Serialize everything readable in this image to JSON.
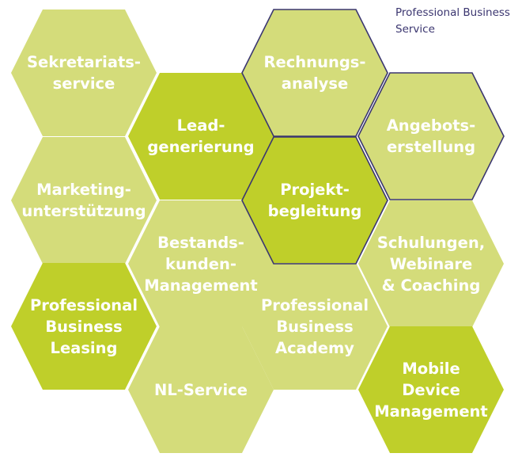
{
  "colors": {
    "light": "#d4dc7a",
    "dark": "#bfcf2a",
    "outline": "#3b3670",
    "text": "#ffffff"
  },
  "legend": {
    "line1": "Professional Business",
    "line2": "Service"
  },
  "cells": [
    {
      "id": "sekretariatsservice",
      "shade": "light",
      "outlined": false,
      "lines": [
        "Sekretariats-",
        "service"
      ]
    },
    {
      "id": "marketingunterstuetzung",
      "shade": "light",
      "outlined": false,
      "lines": [
        "Marketing-",
        "unterstützung"
      ]
    },
    {
      "id": "professional-business-leasing",
      "shade": "dark",
      "outlined": false,
      "lines": [
        "Professional",
        "Business",
        "Leasing"
      ]
    },
    {
      "id": "leadgenerierung",
      "shade": "dark",
      "outlined": false,
      "lines": [
        "Lead-",
        "generierung"
      ]
    },
    {
      "id": "bestandskunden-management",
      "shade": "light",
      "outlined": false,
      "lines": [
        "Bestands-",
        "kunden-",
        "Management"
      ]
    },
    {
      "id": "nl-service",
      "shade": "light",
      "outlined": false,
      "lines": [
        "NL-Service"
      ]
    },
    {
      "id": "rechnungsanalyse",
      "shade": "light",
      "outlined": true,
      "lines": [
        "Rechnungs-",
        "analyse"
      ]
    },
    {
      "id": "projektbegleitung",
      "shade": "dark",
      "outlined": true,
      "lines": [
        "Projekt-",
        "begleitung"
      ]
    },
    {
      "id": "professional-business-academy",
      "shade": "light",
      "outlined": false,
      "lines": [
        "Professional",
        "Business",
        "Academy"
      ]
    },
    {
      "id": "angebotserstellung",
      "shade": "light",
      "outlined": true,
      "lines": [
        "Angebots-",
        "erstellung"
      ]
    },
    {
      "id": "schulungen-webinare-coaching",
      "shade": "light",
      "outlined": false,
      "lines": [
        "Schulungen,",
        "Webinare",
        "& Coaching"
      ]
    },
    {
      "id": "mobile-device-management",
      "shade": "dark",
      "outlined": false,
      "lines": [
        "Mobile",
        "Device",
        "Management"
      ]
    }
  ]
}
